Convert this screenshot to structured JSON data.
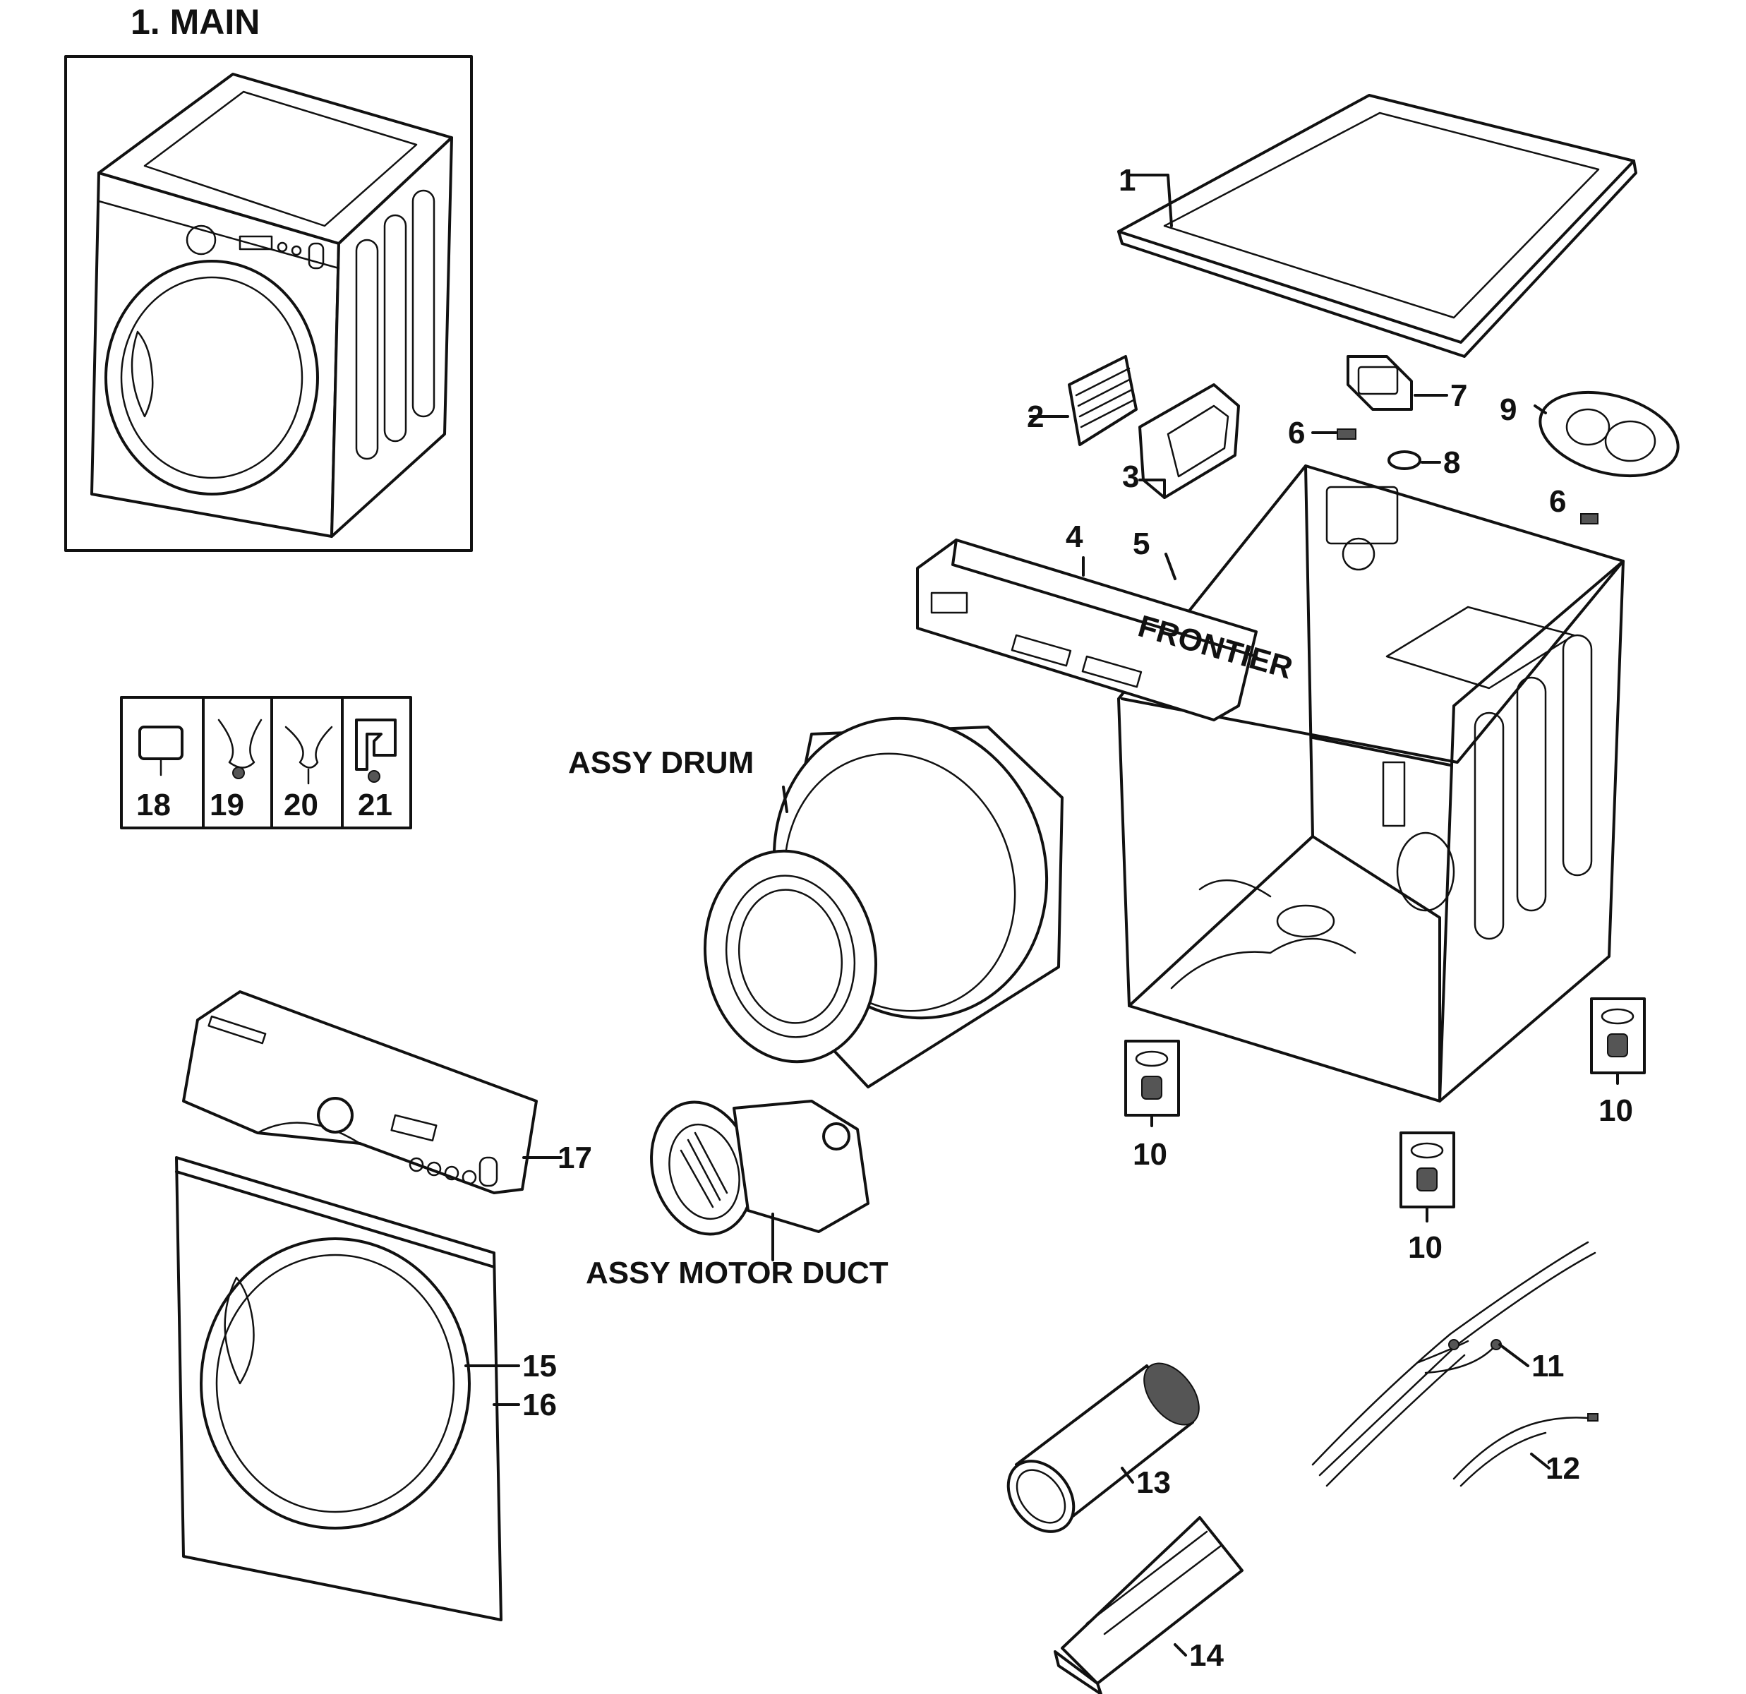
{
  "title": "1. MAIN",
  "frontier_label": "FRONTIER",
  "labels": {
    "p1": "1",
    "p2": "2",
    "p3": "3",
    "p4": "4",
    "p5": "5",
    "p6a": "6",
    "p6b": "6",
    "p7": "7",
    "p8": "8",
    "p9": "9",
    "p10a": "10",
    "p10b": "10",
    "p10c": "10",
    "p11": "11",
    "p12": "12",
    "p13": "13",
    "p14": "14",
    "p15": "15",
    "p16": "16",
    "p17": "17",
    "p18": "18",
    "p19": "19",
    "p20": "20",
    "p21": "21",
    "assy_drum": "ASSY DRUM",
    "assy_motor_duct": "ASSY MOTOR DUCT"
  }
}
